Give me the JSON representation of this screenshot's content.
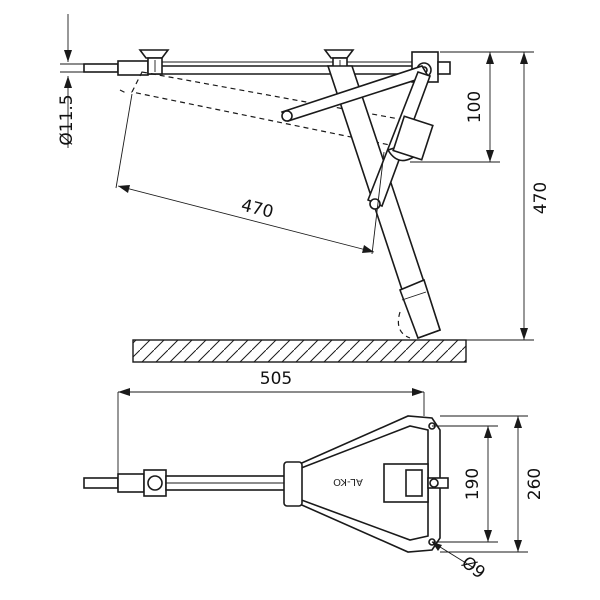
{
  "dimensions": {
    "pin_diameter": "Ø11.5",
    "height_offset": "100",
    "arm_length": "470",
    "total_height": "470",
    "total_length": "505",
    "inner_width": "190",
    "outer_width": "260",
    "hole_diameter": "Ø9"
  },
  "brand_mark": "AL-KO"
}
